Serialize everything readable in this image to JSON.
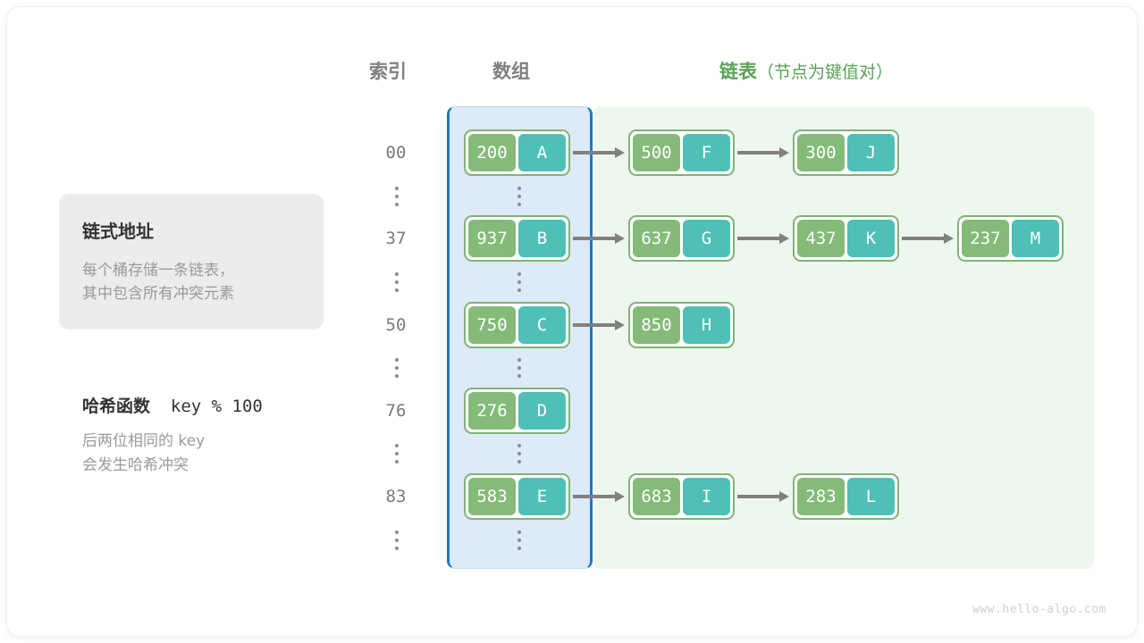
{
  "headers": {
    "index": "索引",
    "array": "数组",
    "list_main": "链表",
    "list_sub": "（节点为键值对）"
  },
  "info_box": {
    "title": "链式地址",
    "line1": "每个桶存储一条链表，",
    "line2": "其中包含所有冲突元素"
  },
  "hash_note": {
    "title_cn": "哈希函数",
    "title_code": "key % 100",
    "line1": "后两位相同的 key",
    "line2": "会发生哈希冲突"
  },
  "colors": {
    "array_bg": "#ddeaf7",
    "array_border": "#1a7ac4",
    "list_bg": "#eef7ee",
    "node_border": "#7fb376",
    "key_fill": "#84bb78",
    "value_fill": "#4ec0b5",
    "arrow": "#808080",
    "header_gray": "#7f7f7f",
    "header_green": "#5ba158"
  },
  "ellipsis_icon": "vertical-ellipsis",
  "rows": [
    {
      "index": "00",
      "nodes": [
        {
          "key": "200",
          "value": "A"
        },
        {
          "key": "500",
          "value": "F"
        },
        {
          "key": "300",
          "value": "J"
        }
      ]
    },
    {
      "index": "37",
      "nodes": [
        {
          "key": "937",
          "value": "B"
        },
        {
          "key": "637",
          "value": "G"
        },
        {
          "key": "437",
          "value": "K"
        },
        {
          "key": "237",
          "value": "M"
        }
      ]
    },
    {
      "index": "50",
      "nodes": [
        {
          "key": "750",
          "value": "C"
        },
        {
          "key": "850",
          "value": "H"
        }
      ]
    },
    {
      "index": "76",
      "nodes": [
        {
          "key": "276",
          "value": "D"
        }
      ]
    },
    {
      "index": "83",
      "nodes": [
        {
          "key": "583",
          "value": "E"
        },
        {
          "key": "683",
          "value": "I"
        },
        {
          "key": "283",
          "value": "L"
        }
      ]
    }
  ],
  "watermark": "www.hello-algo.com"
}
